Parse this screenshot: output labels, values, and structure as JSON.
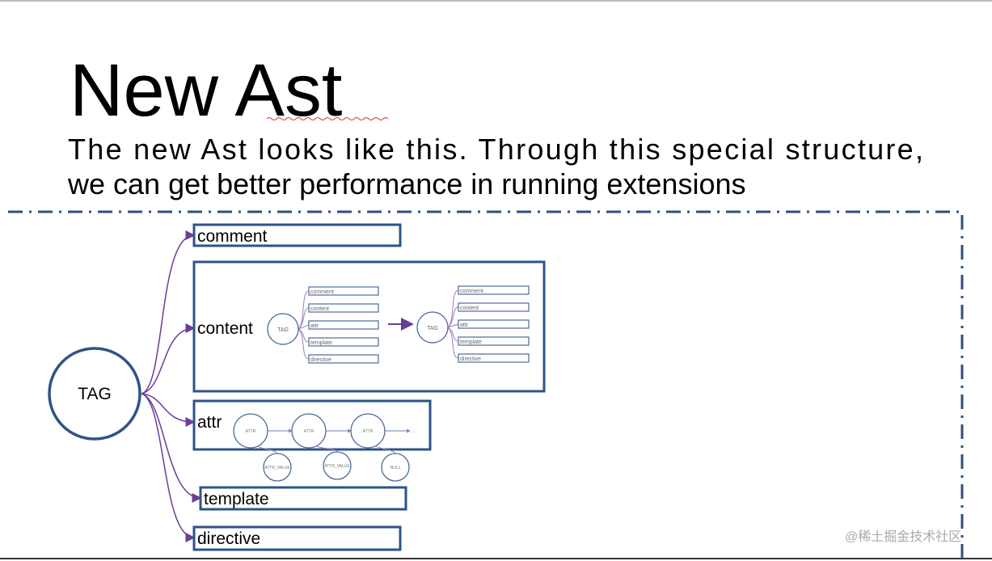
{
  "slide": {
    "title": "New Ast",
    "subtitle_line1": "The new Ast looks like this. Through this special structure,",
    "subtitle_line2": "we can get better performance in running extensions"
  },
  "diagram": {
    "root": "TAG",
    "children": [
      "comment",
      "content",
      "attr",
      "template",
      "directive"
    ],
    "content_inner": {
      "tag": "TAG",
      "children": [
        "comment",
        "content",
        "attr",
        "template",
        "directive"
      ]
    },
    "attr_chain": {
      "nodes": [
        "ATTR",
        "ATTR",
        "ATTR"
      ],
      "values": [
        "ATTR_VALUE",
        "ATTR_VALUE",
        "NULL"
      ],
      "ellipsis": ".."
    }
  },
  "watermark": "@稀土掘金技术社区",
  "colors": {
    "box": "#2f5388",
    "arrow": "#6a3d9a"
  }
}
